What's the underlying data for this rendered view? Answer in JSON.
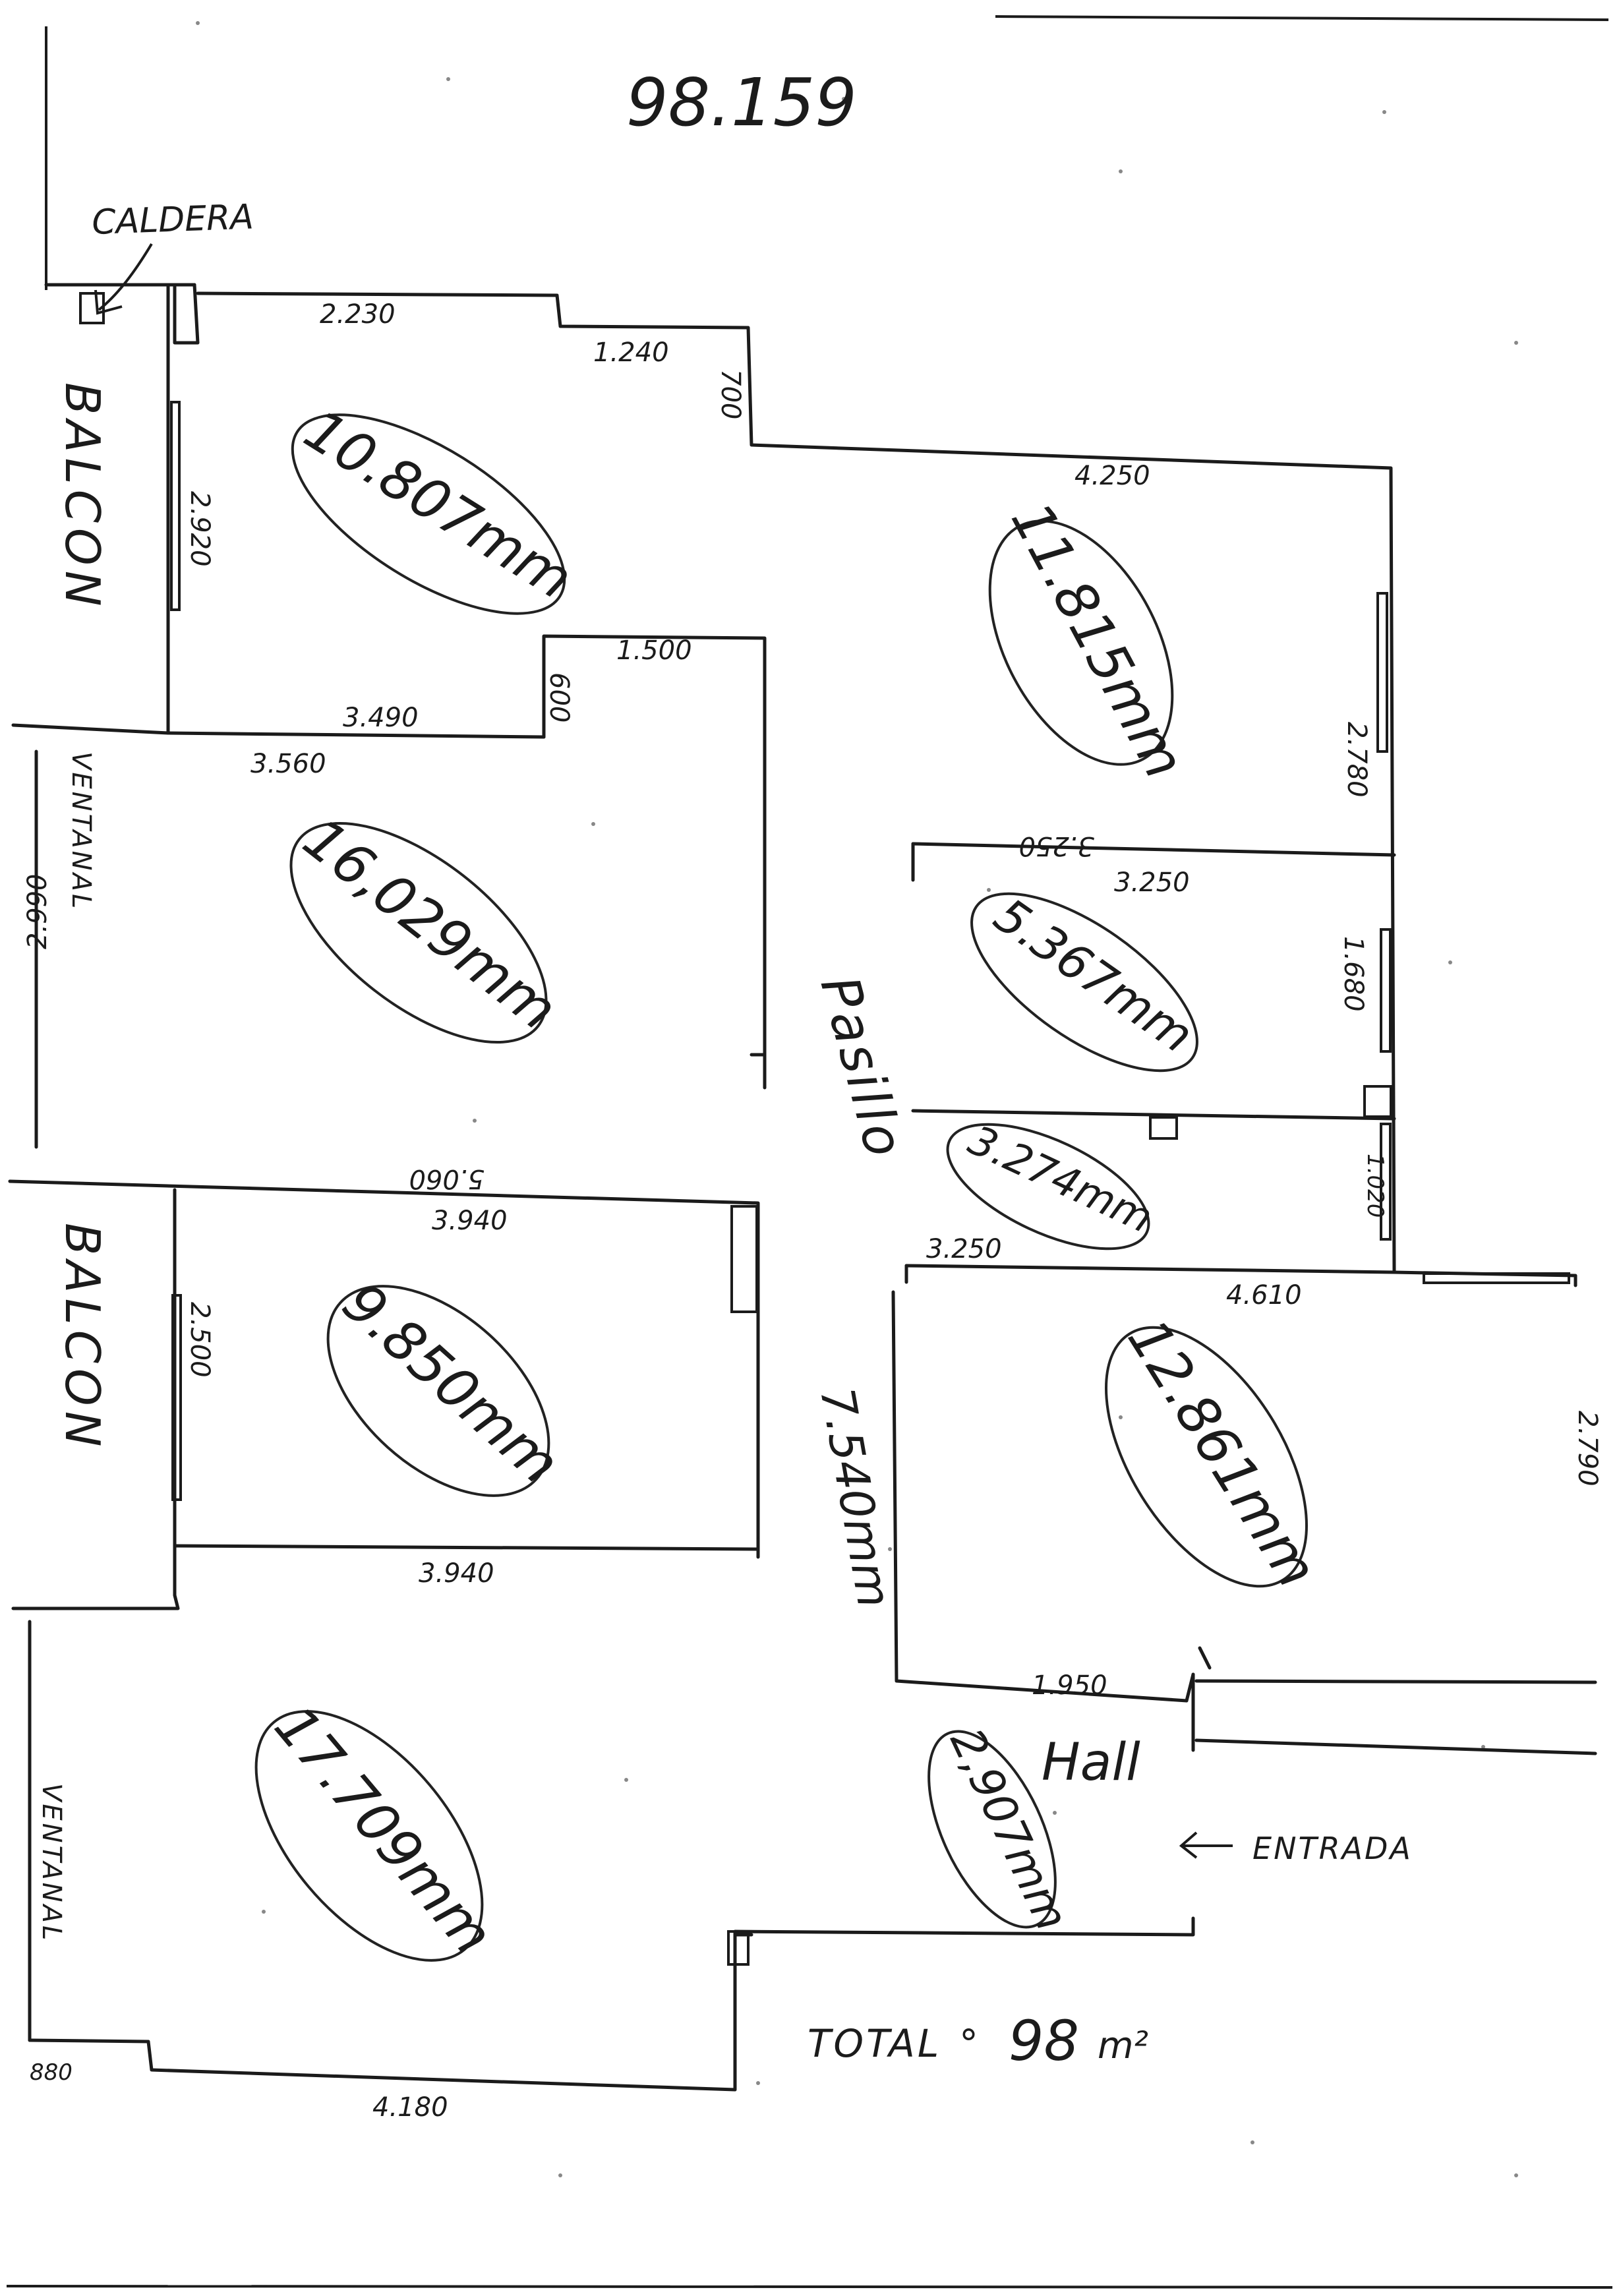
{
  "header": {
    "plan_number": "98.159",
    "boiler_label": "CALDERA"
  },
  "labels": {
    "balcon_top": "BALCON",
    "ventanal_mid": "VENTANAL",
    "balcon_mid": "BALCON",
    "ventanal_bottom": "VENTANAL",
    "pasillo": "Pasillo",
    "hall": "Hall",
    "entrada": "ENTRADA"
  },
  "dimensions": {
    "d2230": "2.230",
    "d1240": "1.240",
    "d700": "700",
    "d4250": "4.250",
    "d2920": "2.920",
    "d1500": "1.500",
    "d600": "600",
    "d3490": "3.490",
    "d3560": "3.560",
    "d2780": "2.780",
    "d3250_rev": "3.250",
    "d3250": "3.250",
    "d1680": "1.680",
    "d2990": "2.990",
    "d5060": "5.060",
    "d3940_top": "3.940",
    "d1020": "1.020",
    "d3250_low": "3.250",
    "d4610": "4.610",
    "d2500": "2.500",
    "d2790": "2.790",
    "d3940_bottom": "3.940",
    "d7540": "7.540mm",
    "d1950": "1.950",
    "d880": "880",
    "d4180": "4.180"
  },
  "rooms": [
    {
      "id": "room-top-left",
      "area": "10.807mm"
    },
    {
      "id": "room-top-right",
      "area": "11.815mm"
    },
    {
      "id": "room-mid-left",
      "area": "16,029mm"
    },
    {
      "id": "room-bath",
      "area": "5.367mm"
    },
    {
      "id": "room-small",
      "area": "3.274mm"
    },
    {
      "id": "room-left-3",
      "area": "9.850mm"
    },
    {
      "id": "room-right-big",
      "area": "12.861mm"
    },
    {
      "id": "room-bottom-left",
      "area": "17.709mm"
    },
    {
      "id": "room-hall",
      "area": "2,907mm"
    }
  ],
  "total": {
    "label": "TOTAL",
    "separator": "°",
    "value": "98",
    "unit": "m²"
  }
}
